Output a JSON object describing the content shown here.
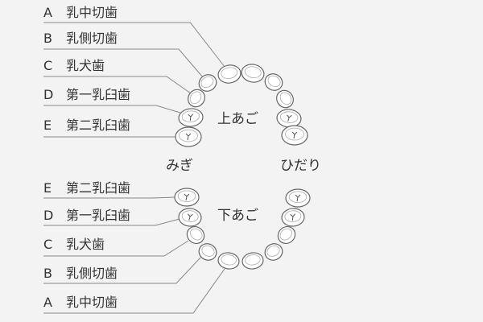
{
  "upper_jaw_label": "上あご",
  "lower_jaw_label": "下あご",
  "side_right_of_patient": "みぎ",
  "side_left_of_patient": "ひだり",
  "upper_labels": [
    {
      "letter": "A",
      "name": "乳中切歯"
    },
    {
      "letter": "B",
      "name": "乳側切歯"
    },
    {
      "letter": "C",
      "name": "乳犬歯"
    },
    {
      "letter": "D",
      "name": "第一乳臼歯"
    },
    {
      "letter": "E",
      "name": "第二乳臼歯"
    }
  ],
  "lower_labels": [
    {
      "letter": "E",
      "name": "第二乳臼歯"
    },
    {
      "letter": "D",
      "name": "第一乳臼歯"
    },
    {
      "letter": "C",
      "name": "乳犬歯"
    },
    {
      "letter": "B",
      "name": "乳側切歯"
    },
    {
      "letter": "A",
      "name": "乳中切歯"
    }
  ],
  "colors": {
    "background": "#f3f3f3",
    "line": "#888888",
    "tooth_fill": "#ffffff",
    "tooth_stroke": "#666666",
    "text": "#333333"
  }
}
